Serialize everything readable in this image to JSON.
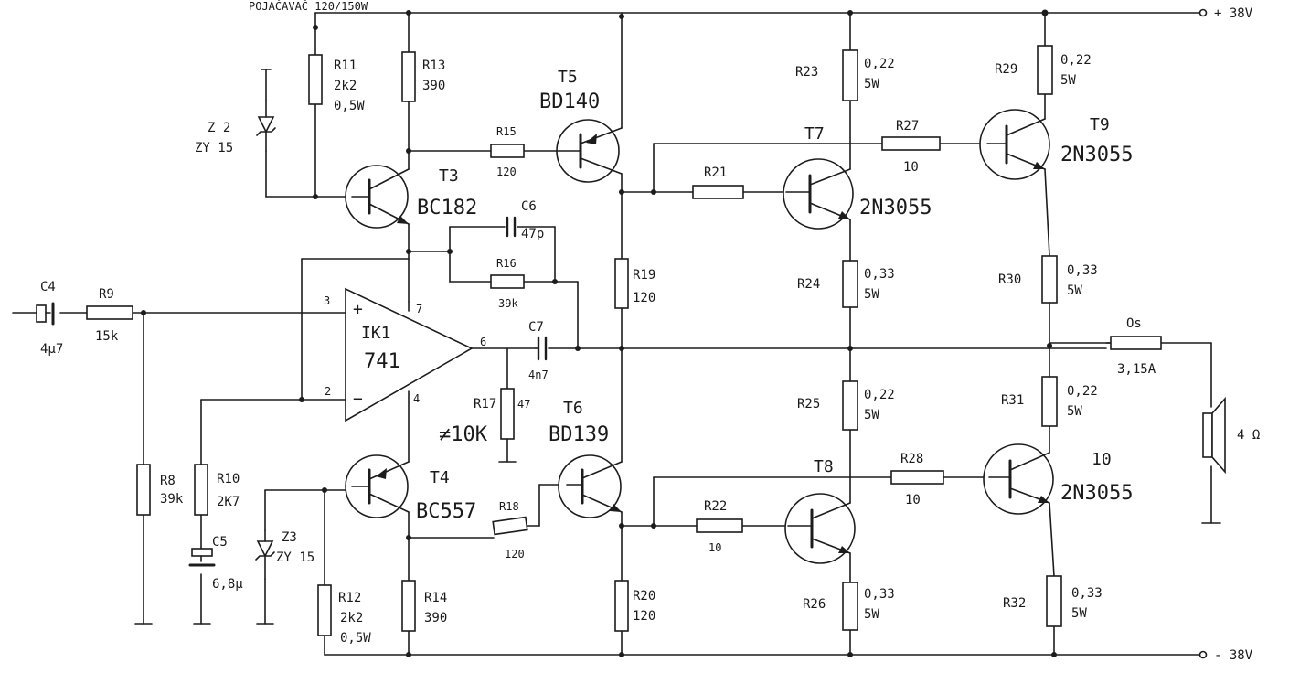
{
  "title": "POJAČAVAČ 120/150W",
  "supply": {
    "pos": "+ 38V",
    "neg": "- 38V"
  },
  "resistors": {
    "R9": {
      "name": "R9",
      "value": "15k"
    },
    "R8": {
      "name": "R8",
      "value": "39k"
    },
    "R10": {
      "name": "R10",
      "value": "2K7"
    },
    "R11": {
      "name": "R11",
      "value": "2k2",
      "power": "0,5W"
    },
    "R12": {
      "name": "R12",
      "value": "2k2",
      "power": "0,5W"
    },
    "R13": {
      "name": "R13",
      "value": "390"
    },
    "R14": {
      "name": "R14",
      "value": "390"
    },
    "R15": {
      "name": "R15",
      "value": "120"
    },
    "R16": {
      "name": "R16",
      "value": "39k"
    },
    "R17": {
      "name": "R17",
      "value": "47",
      "note": "≠10K"
    },
    "R18": {
      "name": "R18",
      "value": "120"
    },
    "R19": {
      "name": "R19",
      "value": "120"
    },
    "R20": {
      "name": "R20",
      "value": "120"
    },
    "R21": {
      "name": "R21"
    },
    "R22": {
      "name": "R22",
      "value": "10"
    },
    "R23": {
      "name": "R23",
      "value": "0,22",
      "power": "5W"
    },
    "R24": {
      "name": "R24",
      "value": "0,33",
      "power": "5W"
    },
    "R25": {
      "name": "R25",
      "value": "0,22",
      "power": "5W"
    },
    "R26": {
      "name": "R26",
      "value": "0,33",
      "power": "5W"
    },
    "R27": {
      "name": "R27",
      "value": "10"
    },
    "R28": {
      "name": "R28",
      "value": "10"
    },
    "R29": {
      "name": "R29",
      "value": "0,22",
      "power": "5W"
    },
    "R30": {
      "name": "R30",
      "value": "0,33",
      "power": "5W"
    },
    "R31": {
      "name": "R31",
      "value": "0,22",
      "power": "5W"
    },
    "R32": {
      "name": "R32",
      "value": "0,33",
      "power": "5W"
    }
  },
  "capacitors": {
    "C4": {
      "name": "C4",
      "value": "4µ7"
    },
    "C5": {
      "name": "C5",
      "value": "6,8µ"
    },
    "C6": {
      "name": "C6",
      "value": "47p"
    },
    "C7": {
      "name": "C7",
      "value": "4n7"
    }
  },
  "zeners": {
    "Z2": {
      "name": "Z 2",
      "type": "ZY 15"
    },
    "Z3": {
      "name": "Z3",
      "type": "ZY 15"
    }
  },
  "transistors": {
    "T3": {
      "name": "T3",
      "type": "BC182"
    },
    "T4": {
      "name": "T4",
      "type": "BC557"
    },
    "T5": {
      "name": "T5",
      "type": "BD140"
    },
    "T6": {
      "name": "T6",
      "type": "BD139"
    },
    "T7": {
      "name": "T7",
      "type": "2N3055"
    },
    "T8": {
      "name": "T8"
    },
    "T9": {
      "name": "T9",
      "type": "2N3055"
    },
    "T10": {
      "name": "10",
      "type": "2N3055"
    }
  },
  "opamp": {
    "name": "IK1",
    "type": "741",
    "pin_plus": "3",
    "pin_minus": "2",
    "pin_out": "6",
    "pin_vp": "7",
    "pin_vn": "4",
    "sign_plus": "+",
    "sign_minus": "−"
  },
  "fuse": {
    "name": "Os",
    "value": "3,15A"
  },
  "speaker": {
    "value": "4 Ω"
  }
}
